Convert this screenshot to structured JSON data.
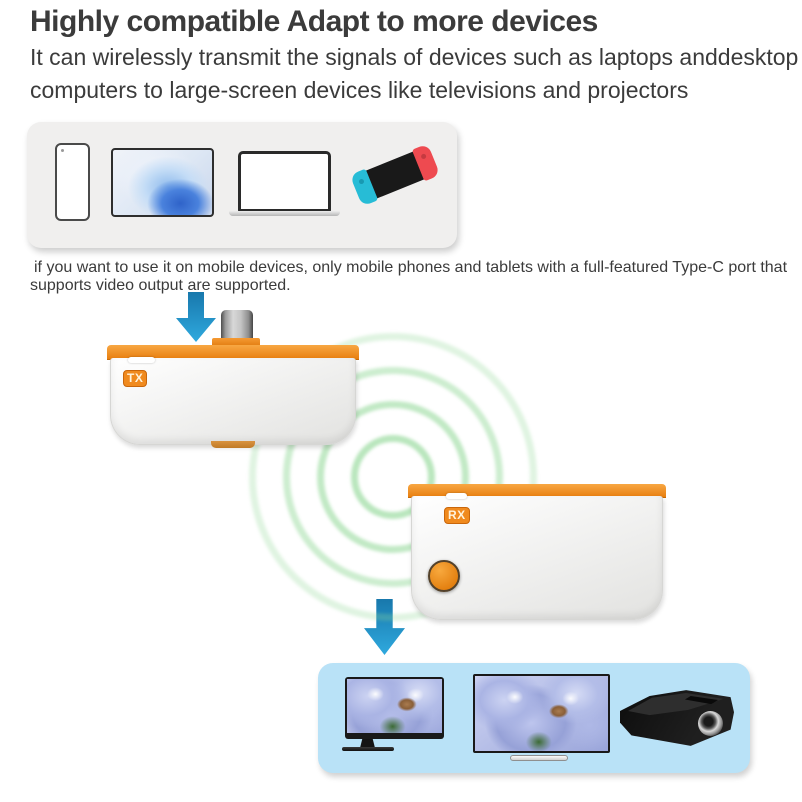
{
  "header": {
    "title": "Highly compatible Adapt to more devices",
    "subtitle_lines": [
      "It can wirelessly transmit the signals of devices such as laptops anddesktop",
      "computers to large-screen devices like televisions and projectors"
    ]
  },
  "note_lines": [
    "if you want to use it on mobile devices, only mobile phones and tablets with a full-featured Type-C port that",
    "supports video output are supported."
  ],
  "source_devices_panel": {
    "items": [
      "smartphone",
      "tablet",
      "laptop",
      "game-console"
    ]
  },
  "transmitter": {
    "label": "TX",
    "connector": "USB Type-C plug"
  },
  "receiver": {
    "label": "RX"
  },
  "wireless_signal": {
    "rings": 4
  },
  "display_devices_panel": {
    "items": [
      "monitor",
      "television",
      "projector"
    ]
  },
  "colors": {
    "accent_orange": "#f0861c",
    "arrow_blue": "#2194cd",
    "signal_green": "#8fd795",
    "panel_grey": "#f0efee",
    "panel_blue": "#b9e2f7",
    "joycon_cyan": "#27bcd6",
    "joycon_red": "#ee4a50",
    "text": "#3b3b3b"
  }
}
